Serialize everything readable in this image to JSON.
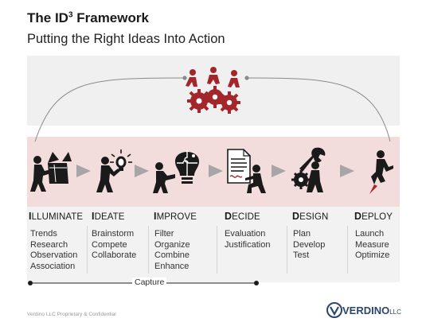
{
  "header": {
    "title": "The ID",
    "title_sup": "3",
    "title_suffix": " Framework",
    "subtitle": "Putting the Right Ideas Into Action"
  },
  "stages": [
    {
      "initial": "I",
      "rest": "LLUMINATE",
      "items": "Trends\nResearch\nObservation\nAssociation"
    },
    {
      "initial": "I",
      "rest": "DEATE",
      "items": "Brainstorm\nCompete\nCollaborate"
    },
    {
      "initial": "I",
      "rest": "MPROVE",
      "items": "Filter\nOrganize\nCombine\nEnhance"
    },
    {
      "initial": "D",
      "rest": "ECIDE",
      "items": "Evaluation\nJustification"
    },
    {
      "initial": "D",
      "rest": "ESIGN",
      "items": "Plan\nDevelop\nTest"
    },
    {
      "initial": "D",
      "rest": "EPLOY",
      "items": "Launch\nMeasure\nOptimize"
    }
  ],
  "capture": {
    "label": "Capture"
  },
  "footer": {
    "text": "Verdino LLC Proprietary & Confidential"
  },
  "brand": {
    "name": "VERDINO",
    "suffix": "LLC"
  },
  "colors": {
    "accent_red": "#a3262a",
    "band_pink": "#f3dcdc",
    "brand_blue": "#2a4670",
    "arrow_gray": "#a6a6a6"
  },
  "icons": [
    "unboxing-figure-icon",
    "lightbulb-figure-icon",
    "puzzle-figure-icon",
    "document-signing-figure-icon",
    "wrench-gear-figure-icon",
    "rocket-figure-icon",
    "team-gears-icon",
    "verdino-logo-icon"
  ]
}
